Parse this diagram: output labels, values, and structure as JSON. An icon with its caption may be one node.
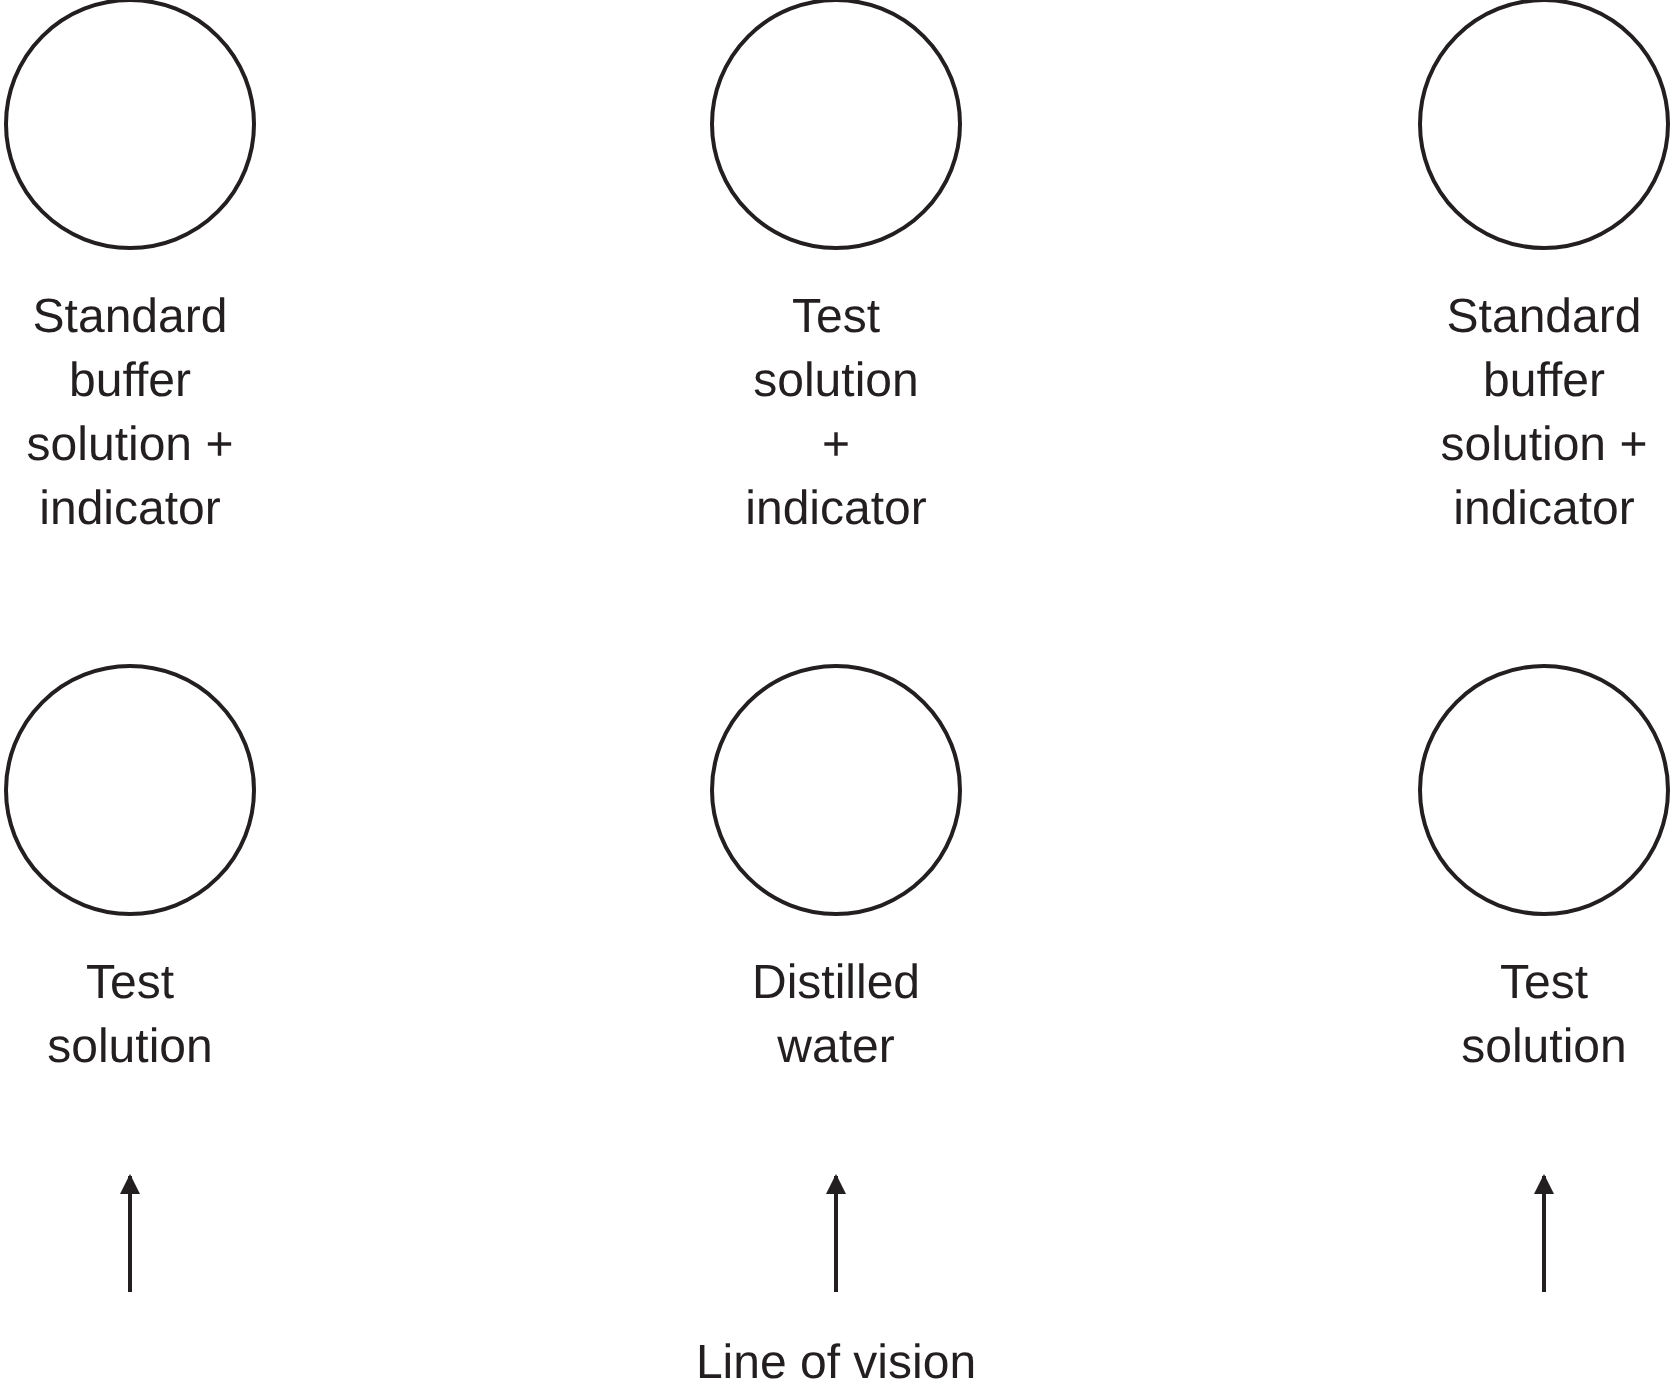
{
  "diagram": {
    "nodes": [
      {
        "text": [],
        "shape": "circle",
        "beside": [
          "Standard buffer solution + indicator"
        ]
      },
      {
        "text": [],
        "shape": "circle",
        "beside": [
          "Test solution + indicator"
        ]
      },
      {
        "text": [],
        "shape": "circle",
        "beside": [
          "Standard buffer solution + indicator"
        ]
      },
      {
        "text": [],
        "shape": "circle",
        "beside": [
          "Test solution"
        ]
      },
      {
        "text": [],
        "shape": "circle",
        "beside": [
          "Distilled water"
        ]
      },
      {
        "text": [],
        "shape": "circle",
        "beside": [
          "Test solution"
        ]
      }
    ],
    "labels": [
      "Line of vision"
    ]
  }
}
